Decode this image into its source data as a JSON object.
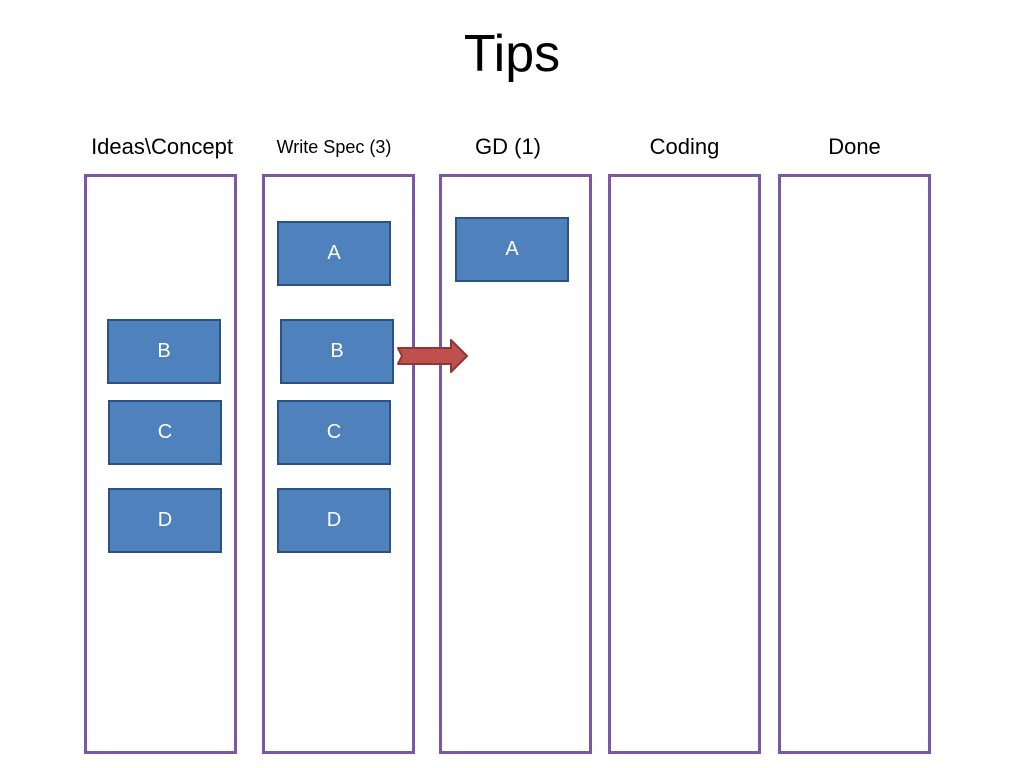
{
  "title": "Tips",
  "columns": [
    {
      "header": "Ideas\\Concept",
      "cards": [
        "B",
        "C",
        "D"
      ]
    },
    {
      "header": "Write Spec (3)",
      "cards": [
        "A",
        "B",
        "C",
        "D"
      ]
    },
    {
      "header": "GD (1)",
      "cards": [
        "A"
      ]
    },
    {
      "header": "Coding",
      "cards": []
    },
    {
      "header": "Done",
      "cards": []
    }
  ],
  "colors": {
    "column_border": "#7b57a6",
    "card_fill": "#4f81bd",
    "card_border": "#2c5283",
    "arrow_fill": "#c0504d"
  },
  "arrow": {
    "from": "Write Spec (3): B",
    "to": "GD (1)",
    "icon": "right-arrow-icon"
  }
}
